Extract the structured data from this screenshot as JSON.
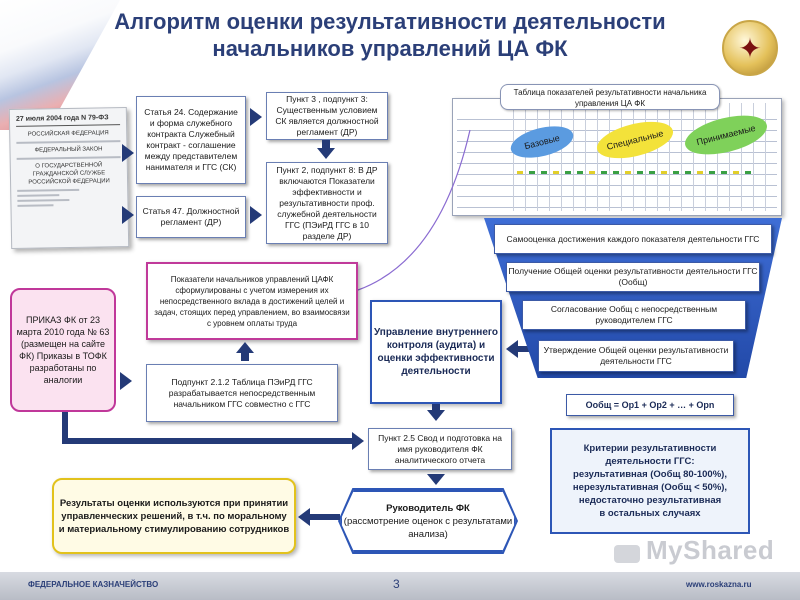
{
  "header": {
    "title_line1": "Алгоритм оценки результативности деятельности",
    "title_line2": "начальников управлений ЦА ФК"
  },
  "law_doc": {
    "date_no": "27 июля 2004 года  N 79-ФЗ",
    "line1": "РОССИЙСКАЯ ФЕДЕРАЦИЯ",
    "line2": "ФЕДЕРАЛЬНЫЙ ЗАКОН",
    "line3": "О ГОСУДАРСТВЕННОЙ ГРАЖДАНСКОЙ СЛУЖБЕ РОССИЙСКОЙ ФЕДЕРАЦИИ"
  },
  "boxes": {
    "art24": "Статья 24. Содержание и форма служебного контракта Служебный контракт - соглашение между представителем нанимателя и ГГС (СК)",
    "art47": "Статья 47. Должностной регламент (ДР)",
    "p3": "Пункт 3 , подпункт 3: Существенным условием СК является должностной регламент (ДР)",
    "p2": "Пункт 2, подпункт 8: В ДР включаются Показатели эффективности и результативности проф. служебной деятельности ГГС (ПЭиРД ГГС в 10 разделе ДР)",
    "pokaz": "Показатели начальников управлений ЦАФК сформулированы с учетом измерения их непосредственного вклада в достижений целей и задач, стоящих перед управлением, во взаимосвязи с уровнем оплаты труда",
    "prikaz": "ПРИКАЗ ФК от 23 марта 2010 года № 63 (размещен на сайте ФК) Приказы в ТОФК разработаны по аналогии",
    "p212": "Подпункт 2.1.2 Таблица ПЭиРД ГГС разрабатывается непосредственным начальником ГГС совместно с ГГС",
    "audit": "Управление внутреннего контроля (аудита) и оценки эффективности деятельности",
    "p25": "Пункт 2.5 Свод и подготовка на имя руководителя ФК аналитического отчета",
    "results": "Результаты оценки используются при принятии управленческих решений, в т.ч. по моральному и материальному стимулированию сотрудников",
    "head_title": "Руководитель ФК",
    "head_sub": "(рассмотрение оценок с результатами анализа)"
  },
  "table": {
    "title": "Таблица показателей результативности начальника управления ЦА ФК",
    "ellipse1": "Базовые",
    "ellipse2": "Специальные",
    "ellipse3": "Принимаемые"
  },
  "funnel": [
    "Самооценка достижения каждого показателя деятельности ГГС",
    "Получение Общей оценки результативности деятельности ГГС (Ообщ)",
    "Согласование Ообщ с непосредственным руководителем ГГС",
    "Утверждение Общей оценки результативности деятельности ГГС"
  ],
  "formula": "Ообщ = Ор1 + Ор2 + … + Орn",
  "criteria": {
    "title": "Критерии результативности деятельности ГГС:",
    "line1": "результативная (Ообщ 80-100%),",
    "line2": "нерезультативная (Ообщ < 50%),",
    "line3": "недостаточно результативная",
    "line4": "в остальных случаях"
  },
  "footer": {
    "left": "ФЕДЕРАЛЬНОЕ КАЗНАЧЕЙСТВО",
    "page": "3",
    "right": "www.roskazna.ru"
  },
  "watermark": "MyShared",
  "colors": {
    "title": "#2b3f78",
    "arrow": "#243a77",
    "funnel": "#2d56b6",
    "pink": "#c0389a",
    "yellow": "#e2c21c",
    "ellipse_blue": "#5b9be0",
    "ellipse_yellow": "#f3e23a",
    "ellipse_green": "#7fd15a"
  }
}
